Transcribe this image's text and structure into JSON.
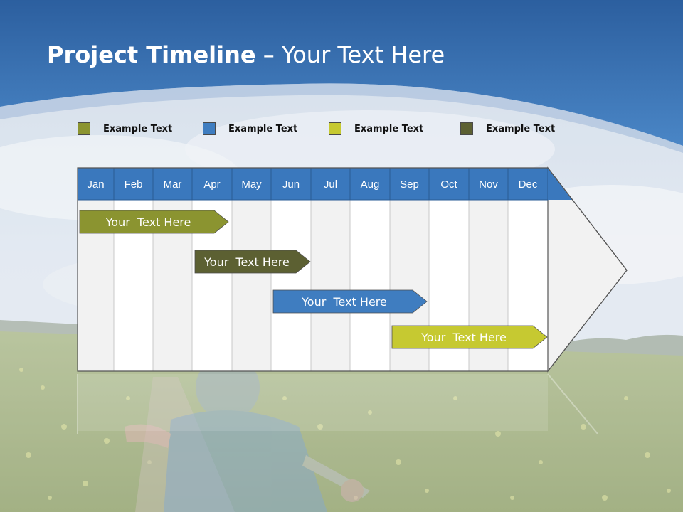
{
  "title": {
    "bold": "Project Timeline",
    "rest": " – Your Text Here"
  },
  "legend": [
    {
      "label": "Example Text",
      "color": "#8b9430"
    },
    {
      "label": "Example Text",
      "color": "#3f7dc0"
    },
    {
      "label": "Example Text",
      "color": "#c6c931"
    },
    {
      "label": "Example Text",
      "color": "#5c6032"
    }
  ],
  "months": [
    "Jan",
    "Feb",
    "Mar",
    "Apr",
    "May",
    "Jun",
    "Jul",
    "Aug",
    "Sep",
    "Oct",
    "Nov",
    "Dec"
  ],
  "tasks": [
    {
      "label": "Your  Text Here",
      "color": "#8b9430",
      "start_month": "Jan",
      "end_month": "Apr"
    },
    {
      "label": "Your  Text Here",
      "color": "#5c6032",
      "start_month": "Apr",
      "end_month": "Jun"
    },
    {
      "label": "Your  Text Here",
      "color": "#3f7dc0",
      "start_month": "Jun",
      "end_month": "Sep"
    },
    {
      "label": "Your  Text Here",
      "color": "#c6c931",
      "start_month": "Sep",
      "end_month": "Dec"
    }
  ],
  "theme": {
    "header_blue": "#3a78bd",
    "sky_top": "#2f64a3",
    "column_light": "#f2f2f2",
    "column_white": "#ffffff"
  }
}
